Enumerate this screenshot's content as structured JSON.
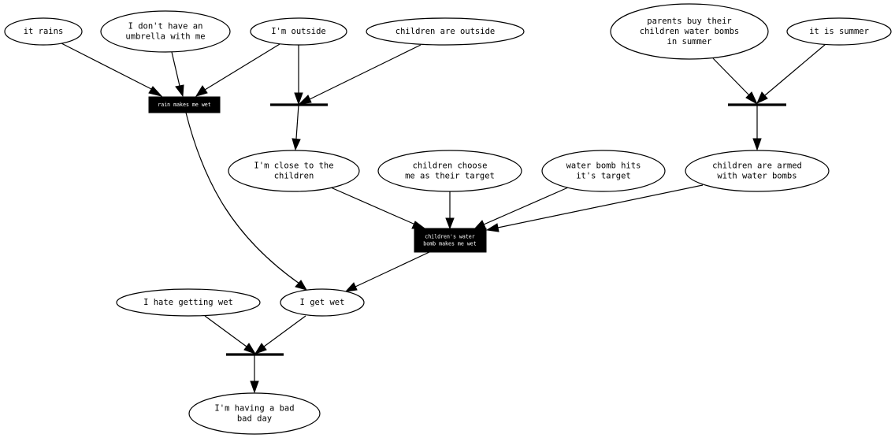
{
  "nodes": {
    "it_rains": "it rains",
    "no_umbrella": "I don't have an\numbrella with me",
    "im_outside": "I'm outside",
    "children_outside": "children are outside",
    "parents_buy": "parents buy their\nchildren water bombs\nin summer",
    "it_is_summer": "it is summer",
    "rain_makes_wet": "rain makes me wet",
    "close_to_children": "I'm close to the\nchildren",
    "children_choose": "children choose\nme as their target",
    "bomb_hits": "water bomb hits\nit's target",
    "children_armed": "children are armed\nwith water bombs",
    "bomb_makes_wet": "children's water\nbomb makes me wet",
    "hate_wet": "I hate getting wet",
    "get_wet": "I get wet",
    "bad_day": "I'm having a bad\nbad day"
  }
}
